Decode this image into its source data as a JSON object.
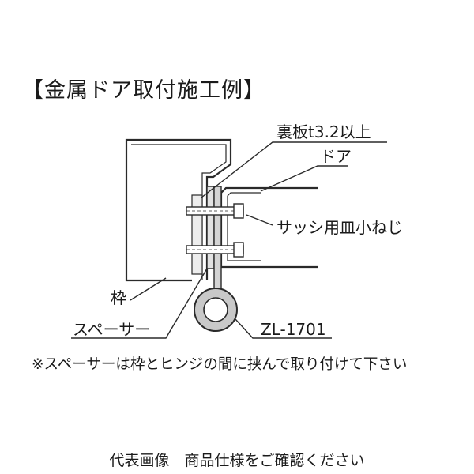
{
  "title": "【金属ドア取付施工例】",
  "labels": {
    "back_plate": "裏板t3.2以上",
    "door": "ドア",
    "screw": "サッシ用皿小ねじ",
    "frame": "枠",
    "spacer": "スペーサー",
    "model": "ZL-1701"
  },
  "note": "※スペーサーは枠とヒンジの間に挟んで取り付けて下さい",
  "caption": "代表画像　商品仕様をご確認ください",
  "colors": {
    "line": "#2a2a2a",
    "hinge_fill": "#c9c9c9",
    "spacer_fill": "#e2e2e2",
    "background": "#ffffff"
  }
}
